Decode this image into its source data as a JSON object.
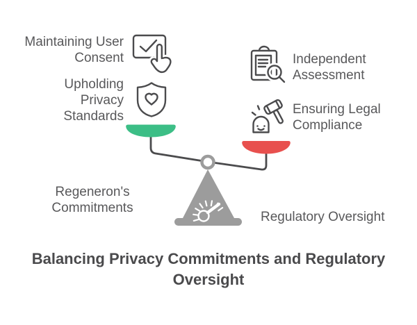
{
  "title": "Balancing Privacy Commitments and Regulatory Oversight",
  "scale": {
    "left_pan_color": "#3CBE86",
    "right_pan_color": "#E8504E",
    "stand_color": "#9C9C9C",
    "beam_color": "#4B4B4D"
  },
  "left": {
    "group_label": "Regeneron's\nCommitments",
    "items": [
      {
        "label": "Maintaining User\nConsent",
        "icon": "checkbox-tap-icon"
      },
      {
        "label": "Upholding\nPrivacy\nStandards",
        "icon": "shield-heart-icon"
      }
    ]
  },
  "right": {
    "group_label": "Regulatory Oversight",
    "items": [
      {
        "label": "Independent\nAssessment",
        "icon": "clipboard-search-icon"
      },
      {
        "label": "Ensuring Legal\nCompliance",
        "icon": "gavel-icon"
      }
    ]
  }
}
